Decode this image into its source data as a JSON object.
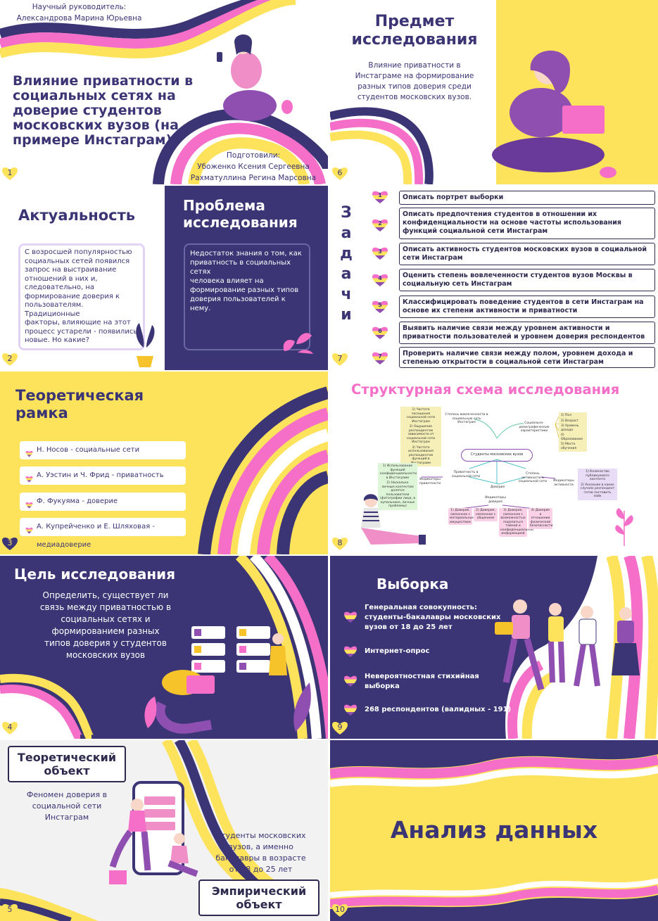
{
  "slides": {
    "s1": {
      "supervisor_label": "Научный руководитель:",
      "supervisor_name": "Александрова Марина Юрьевна",
      "title_lines": [
        "Влияние приватности в",
        "социальных сетях на",
        "доверие студентов",
        "московских вузов (на",
        "примере Инстаграм)"
      ],
      "prepared_label": "Подготовили:",
      "author1": "Убоженко Ксения Сергеевна",
      "author2": "Рахматуллина Регина Марсовна",
      "number": "1"
    },
    "s6": {
      "title_lines": [
        "Предмет",
        "исследования"
      ],
      "body_lines": [
        "Влияние приватности в",
        "Инстаграме на формирование",
        "разных типов доверия среди",
        "студентов московских вузов."
      ],
      "number": "6"
    },
    "s2": {
      "title": "Актуальность",
      "body_lines": [
        "С возросшей популярностью",
        "социальных сетей появился",
        "запрос на выстраивание",
        "отношений в них и,",
        "следовательно, на",
        "формирование доверия к",
        "пользователям. Традиционные",
        "факторы, влияющие на этот",
        "процесс устарели - появились",
        "новые. Но какие?"
      ],
      "number": "2"
    },
    "s2b": {
      "title_lines": [
        "Проблема",
        "исследования"
      ],
      "body_lines": [
        "Недостаток знания о том, как",
        "приватность в социальных сетях",
        "человека влияет на",
        "формирование разных типов",
        "доверия пользователей к нему."
      ]
    },
    "s7": {
      "vertical_title": [
        "З",
        "а",
        "д",
        "а",
        "ч",
        "и"
      ],
      "tasks": [
        {
          "n": "1",
          "text": "Описать портрет выборки"
        },
        {
          "n": "2",
          "text": "Описать предпочтения студентов в отношении их конфиденциальности на основе частоты использования функций социальной сети Инстаграм"
        },
        {
          "n": "3",
          "text": "Описать активность студентов московских вузов в социальной сети Инстаграм"
        },
        {
          "n": "4",
          "text": "Оценить степень вовлеченности студентов вузов Москвы в социальную сеть Инстаграм"
        },
        {
          "n": "5",
          "text": "Классифицировать поведение студентов в сети Инстаграм на основе их степени активности и приватности"
        },
        {
          "n": "6",
          "text": "Выявить наличие связи между уровнем активности и приватности пользователей и уровнем доверия респондентов"
        },
        {
          "n": "7",
          "text": "Проверить наличие связи между полом, уровнем дохода и степенью открытости в социальной сети Инстаграм"
        }
      ],
      "number": "7"
    },
    "s3": {
      "title_lines": [
        "Теоретическая",
        "рамка"
      ],
      "items": [
        "Н. Носов - социальные сети",
        "А. Уэстин и Ч. Фрид - приватность",
        "Ф. Фукуяма - доверие",
        "А. Купрейченко и Е. Шляховая - медиадоверие"
      ],
      "number": "3"
    },
    "s8": {
      "title": "Структурная схема исследования",
      "center": "Студенты московских вузов",
      "nodes": {
        "engagement": "Степень вовлеченности в социальную сеть Инстаграм",
        "socdem": "Социально-демографические характеристики",
        "privacy": "Приватность в социальной сети",
        "activity": "Степень активности в социальной сети",
        "trust": "Доверие",
        "privacy_ind": "Индикаторы приватности",
        "activity_ind": "Индикаторы активности",
        "trust_ind": "Индикаторы доверия"
      },
      "engagement_items": [
        "1) Частота посещения социальной сети Инстаграм",
        "2) Ощущение респондентом зависимости от социальной сети Инстаграм",
        "3) Частота использования респондентом функций в Инстаграме"
      ],
      "socdem_items": [
        "1) Пол",
        "2) Возраст",
        "3) Уровень дохода",
        "4) Образование",
        "5) Место обучения"
      ],
      "privacy_items": [
        "1) Использование функций конфиденциальности в Инстаграме",
        "2) Насколько личным контентом делятся пользователи (фотографии лица, в купальнике, личные проблемы)"
      ],
      "activity_items": [
        "1) Количество публикуемого контента",
        "2) Указание в каких случаях респондент готов поставить лайк"
      ],
      "trust_items": [
        "1) Доверие, связанное с материальным имуществом",
        "2) Доверие, связанное с общением",
        "3) Доверие, связанное с возможностью поделиться тайной и конфиденциальной информацией",
        "4) Доверие в отношении физической безопасности"
      ],
      "number": "8"
    },
    "s4": {
      "title": "Цель исследования",
      "body_lines": [
        "Определить, существует ли",
        "связь между приватностью в",
        "социальных сетях и",
        "формированием разных",
        "типов доверия у студентов",
        "московских вузов"
      ],
      "number": "4"
    },
    "s9": {
      "title": "Выборка",
      "items": [
        [
          "Генеральная совокупность:",
          "студенты-бакалавры московских",
          "вузов от 18 до 25 лет"
        ],
        [
          "Интернет-опрос"
        ],
        [
          "Невероятностная стихийная",
          "выборка"
        ],
        [
          "268 респондентов (валидных - 191)"
        ]
      ],
      "number": "9"
    },
    "s5": {
      "theoretical_title_lines": [
        "Теоретический",
        "объект"
      ],
      "theoretical_body_lines": [
        "Феномен доверия в",
        "социальной сети",
        "Инстаграм"
      ],
      "empirical_body_lines": [
        "Студенты московских",
        "вузов, а именно",
        "бакалавры в возрасте",
        "от 18 до 25 лет"
      ],
      "empirical_title_lines": [
        "Эмпирический",
        "объект"
      ],
      "number": "5"
    },
    "s10": {
      "title": "Анализ данных",
      "number": "10"
    }
  },
  "colors": {
    "navy": "#3b3575",
    "yellow": "#fde35c",
    "pink": "#f56ec7",
    "purple": "#8e4fb0",
    "white": "#ffffff"
  }
}
